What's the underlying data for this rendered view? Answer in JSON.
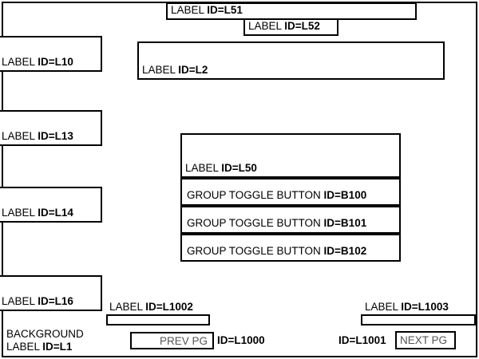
{
  "colors": {
    "border": "#000000",
    "background": "#ffffff",
    "text": "#000000",
    "button_text": "#555555"
  },
  "background_label": {
    "line1": "BACKGROUND",
    "line2_prefix": "LABEL ",
    "line2_id": "ID=L1"
  },
  "left_column": [
    {
      "prefix": "LABEL ",
      "id": "ID=L10"
    },
    {
      "prefix": "LABEL ",
      "id": "ID=L13"
    },
    {
      "prefix": "LABEL ",
      "id": "ID=L14"
    },
    {
      "prefix": "LABEL ",
      "id": "ID=L16"
    }
  ],
  "top_labels": [
    {
      "prefix": "LABEL ",
      "id": "ID=L51"
    },
    {
      "prefix": "LABEL ",
      "id": "ID=L52"
    },
    {
      "prefix": "LABEL ",
      "id": "ID=L2"
    }
  ],
  "group": {
    "header": {
      "prefix": "LABEL ",
      "id": "ID=L50"
    },
    "toggles": [
      {
        "prefix": "GROUP TOGGLE BUTTON ",
        "id": "ID=B100"
      },
      {
        "prefix": "GROUP TOGGLE BUTTON ",
        "id": "ID=B101"
      },
      {
        "prefix": "GROUP TOGGLE BUTTON ",
        "id": "ID=B102"
      }
    ]
  },
  "pagination": {
    "prev_caption": {
      "prefix": "LABEL ",
      "id": "ID=L1002"
    },
    "prev_button_label": "PREV PG",
    "prev_button_id": "ID=L1000",
    "next_caption": {
      "prefix": "LABEL ",
      "id": "ID=L1003"
    },
    "next_button_label": "NEXT PG",
    "next_button_id": "ID=L1001"
  }
}
